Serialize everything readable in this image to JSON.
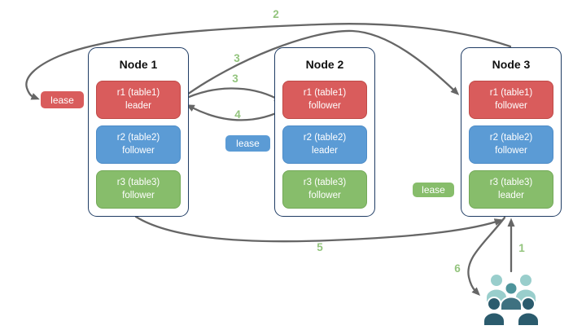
{
  "colors": {
    "node_border": "#1f3c64",
    "replica_red": "#d95c5c",
    "replica_red_border": "#bf4a47",
    "replica_blue": "#5b9bd5",
    "replica_blue_border": "#4e8cc7",
    "replica_green": "#87bd6b",
    "replica_green_border": "#73a958",
    "arrow": "#666666",
    "step_label": "#93c47d",
    "users_light": "#99cecc",
    "users_medium": "#4e949b",
    "users_medium_dark": "#3e7180",
    "users_dark": "#2b5b6d"
  },
  "nodes": [
    {
      "title": "Node 1",
      "replicas": [
        {
          "name": "r1 (table1)",
          "role": "leader",
          "color": "red"
        },
        {
          "name": "r2 (table2)",
          "role": "follower",
          "color": "blue"
        },
        {
          "name": "r3 (table3)",
          "role": "follower",
          "color": "green"
        }
      ]
    },
    {
      "title": "Node 2",
      "replicas": [
        {
          "name": "r1 (table1)",
          "role": "follower",
          "color": "red"
        },
        {
          "name": "r2 (table2)",
          "role": "leader",
          "color": "blue"
        },
        {
          "name": "r3 (table3)",
          "role": "follower",
          "color": "green"
        }
      ]
    },
    {
      "title": "Node 3",
      "replicas": [
        {
          "name": "r1 (table1)",
          "role": "follower",
          "color": "red"
        },
        {
          "name": "r2 (table2)",
          "role": "follower",
          "color": "blue"
        },
        {
          "name": "r3 (table3)",
          "role": "leader",
          "color": "green"
        }
      ]
    }
  ],
  "leases": [
    {
      "label": "lease",
      "color": "red"
    },
    {
      "label": "lease",
      "color": "blue"
    },
    {
      "label": "lease",
      "color": "green"
    }
  ],
  "step_labels": {
    "s1": "1",
    "s2": "2",
    "s3a": "3",
    "s3b": "3",
    "s4": "4",
    "s5": "5",
    "s6": "6"
  },
  "icons": {
    "users": "users-group-icon"
  }
}
